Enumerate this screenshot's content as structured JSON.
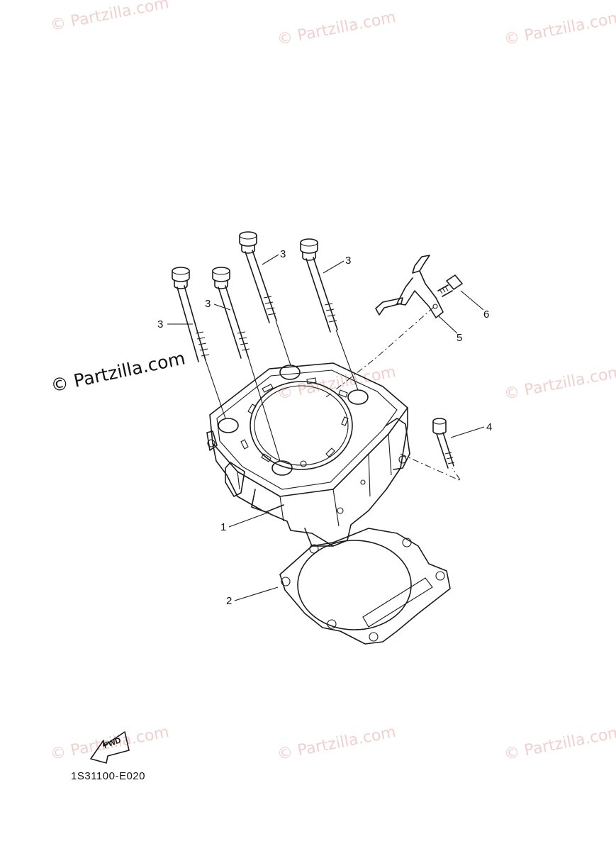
{
  "watermarks": {
    "text": "© Partzilla.com",
    "center_text": "© Partzilla.com"
  },
  "callouts": {
    "part1": "1",
    "part2": "2",
    "part3a": "3",
    "part3b": "3",
    "part3c": "3",
    "part3d": "3",
    "part4": "4",
    "part5": "5",
    "part6": "6"
  },
  "fwd_label": "FWD",
  "diagram_code": "1S31100-E020"
}
